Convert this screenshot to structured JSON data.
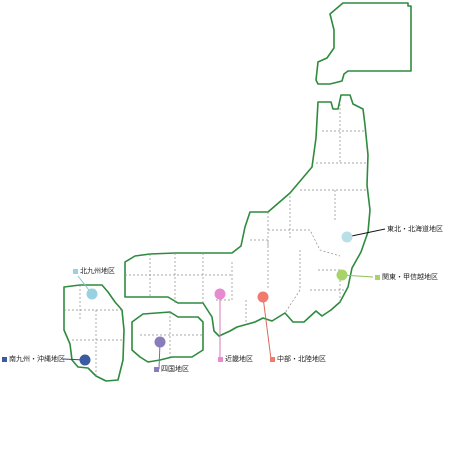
{
  "colors": {
    "outline": "#2e8b3e",
    "prefecture_border": "#8a8a8a"
  },
  "regions": [
    {
      "id": "tohoku",
      "label": "東北・北海道地区",
      "color": "#b8e0e6"
    },
    {
      "id": "kanto",
      "label": "関東・甲信越地区",
      "color": "#a6d468"
    },
    {
      "id": "chubu",
      "label": "中部・北陸地区",
      "color": "#f07b6d"
    },
    {
      "id": "kinki",
      "label": "近畿地区",
      "color": "#e88ad0"
    },
    {
      "id": "shikoku",
      "label": "四国地区",
      "color": "#8a7bbb"
    },
    {
      "id": "kitakyushu",
      "label": "北九州地区",
      "color": "#96d2e2"
    },
    {
      "id": "minamikyushu",
      "label": "南九州・沖縄地区",
      "color": "#3b5ba0"
    }
  ]
}
